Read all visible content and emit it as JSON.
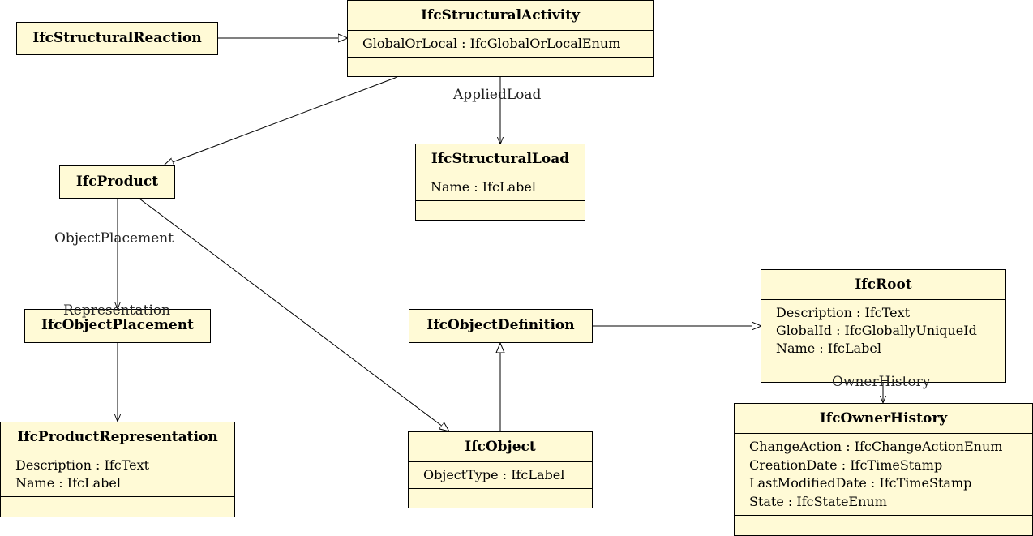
{
  "classes": {
    "structural_reaction": {
      "name": "IfcStructuralReaction"
    },
    "structural_activity": {
      "name": "IfcStructuralActivity",
      "attributes": [
        "GlobalOrLocal : IfcGlobalOrLocalEnum"
      ]
    },
    "structural_load": {
      "name": "IfcStructuralLoad",
      "attributes": [
        "Name : IfcLabel"
      ]
    },
    "product": {
      "name": "IfcProduct"
    },
    "object_placement": {
      "name": "IfcObjectPlacement"
    },
    "object_definition": {
      "name": "IfcObjectDefinition"
    },
    "root": {
      "name": "IfcRoot",
      "attributes": [
        "Description : IfcText",
        "GlobalId : IfcGloballyUniqueId",
        "Name : IfcLabel"
      ]
    },
    "product_representation": {
      "name": "IfcProductRepresentation",
      "attributes": [
        "Description : IfcText",
        "Name : IfcLabel"
      ]
    },
    "object": {
      "name": "IfcObject",
      "attributes": [
        "ObjectType : IfcLabel"
      ]
    },
    "owner_history": {
      "name": "IfcOwnerHistory",
      "attributes": [
        "ChangeAction : IfcChangeActionEnum",
        "CreationDate : IfcTimeStamp",
        "LastModifiedDate : IfcTimeStamp",
        "State : IfcStateEnum"
      ]
    }
  },
  "relations": {
    "applied_load": "AppliedLoad",
    "object_placement": "ObjectPlacement",
    "representation": "Representation",
    "owner_history": "OwnerHistory"
  },
  "colors": {
    "class_fill": "#fffad6",
    "line": "#000000"
  }
}
